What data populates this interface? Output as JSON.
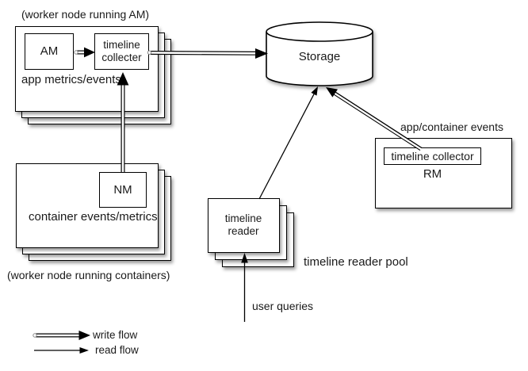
{
  "colors": {
    "ink": "#000000",
    "background": "#ffffff"
  },
  "diagram": {
    "worker_am": {
      "caption": "(worker node running AM)",
      "am_label": "AM",
      "collector_line1": "timeline",
      "collector_line2": "collecter",
      "events_label": "app metrics/events"
    },
    "worker_containers": {
      "caption": "(worker node running containers)",
      "nm_label": "NM",
      "events_label": "container events/metrics"
    },
    "storage": {
      "label": "Storage"
    },
    "rm": {
      "events_label": "app/container events",
      "collector_label": "timeline collector",
      "label": "RM"
    },
    "reader_pool": {
      "reader_line1": "timeline",
      "reader_line2": "reader",
      "pool_label": "timeline reader pool",
      "user_queries_label": "user queries"
    },
    "legend": {
      "write_label": "write flow",
      "read_label": "read flow"
    }
  }
}
